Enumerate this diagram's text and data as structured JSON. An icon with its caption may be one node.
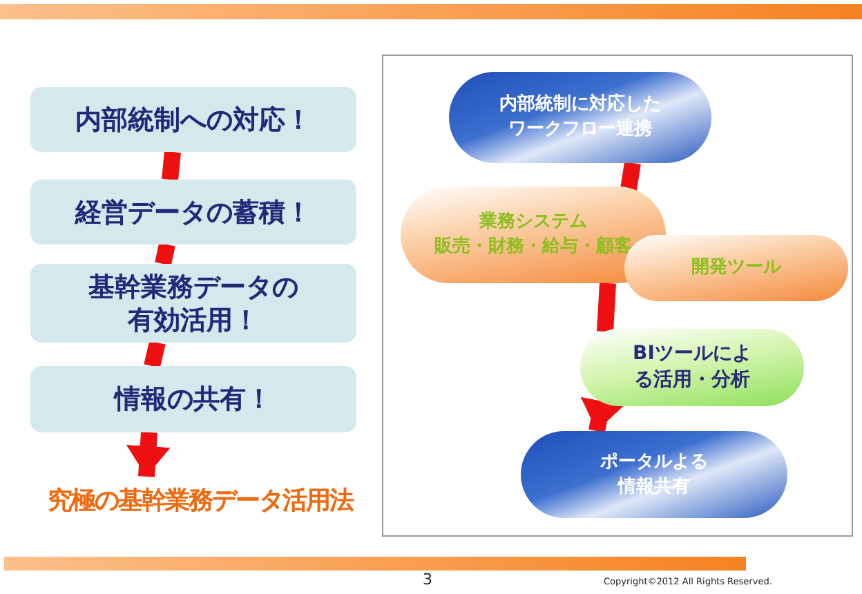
{
  "diagram": {
    "nodes": [
      {
        "text": [
          "内部統制への対応！"
        ]
      },
      {
        "text": [
          "経営データの蓄積！"
        ]
      },
      {
        "text": [
          "基幹業務データの有効活用！"
        ]
      },
      {
        "text": [
          "情報の共有！"
        ]
      },
      {
        "text": [
          "究極の基幹業務データ活用法"
        ]
      },
      {
        "text": [
          "内部統制に対応したワークフロー連携"
        ]
      },
      {
        "text": [
          "業務システム",
          "販売・財務・給与・顧客"
        ]
      },
      {
        "text": [
          "開発ツール"
        ]
      },
      {
        "text": [
          "BIツールによる活用・分析"
        ]
      },
      {
        "text": [
          "ポータルよる情報共有"
        ]
      }
    ],
    "edges": [
      {
        "from": 0,
        "to": 1,
        "arrow": "none"
      },
      {
        "from": 1,
        "to": 2,
        "arrow": "none"
      },
      {
        "from": 2,
        "to": 3,
        "arrow": "none"
      },
      {
        "from": 3,
        "to": 4,
        "arrow": "to"
      },
      {
        "from": 5,
        "to": 6,
        "arrow": "none"
      },
      {
        "from": 6,
        "to": 8,
        "arrow": "none"
      },
      {
        "from": 8,
        "to": 9,
        "arrow": "to"
      }
    ],
    "labels": [
      "3",
      "Copyright©2012 All Rights Reserved."
    ]
  }
}
